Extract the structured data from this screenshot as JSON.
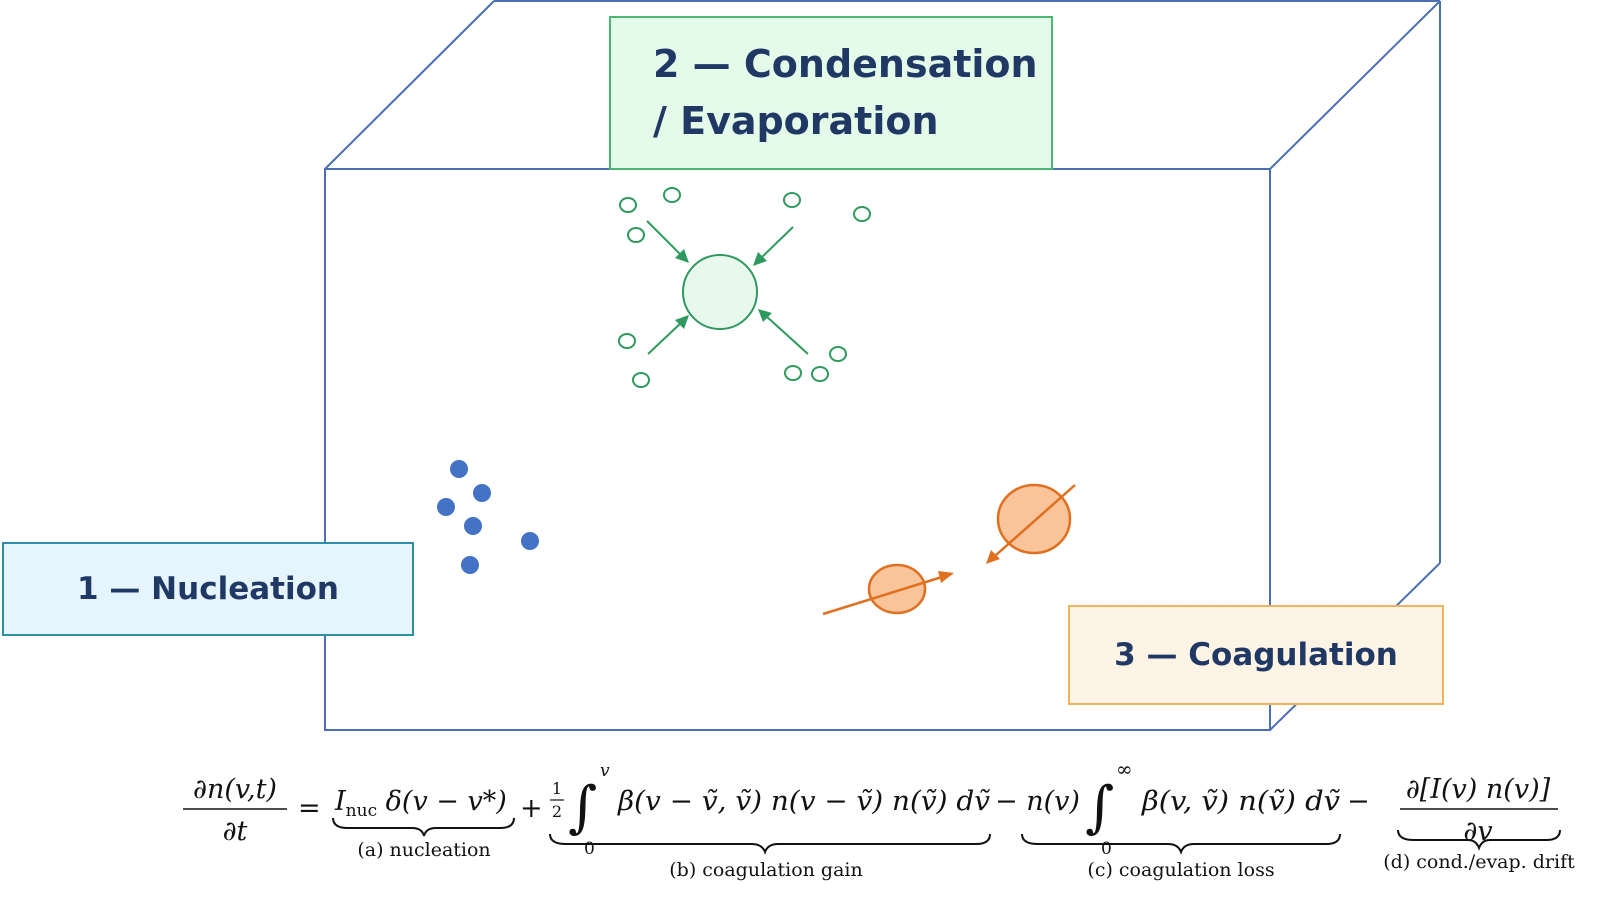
{
  "labels": {
    "nucleation": "1 — Nucleation",
    "condensation": "2 — Condensation\n/ Evaporation",
    "coagulation": "3 — Coagulation"
  },
  "equation": {
    "lhs_numerator": "∂n(v,t)",
    "lhs_denominator": "∂t",
    "equals": "=",
    "term_a": "I",
    "term_a_sub": "nuc",
    "term_a_rest": " δ(v − v*)",
    "plus": "+",
    "half_num": "1",
    "half_den": "2",
    "int_b_upper": "v",
    "int_b_lower": "0",
    "term_b": "β(v − ṽ, ṽ) n(v − ṽ) n(ṽ) dṽ",
    "minus_c": "− n(v)",
    "int_c_upper": "∞",
    "int_c_lower": "0",
    "term_c": "β(v, ṽ) n(ṽ) dṽ",
    "minus_d": "−",
    "term_d_numerator": "∂[I(v) n(v)]",
    "term_d_denominator": "∂v",
    "cap_a": "(a) nucleation",
    "cap_b": "(b) coagulation gain",
    "cap_c": "(c) coagulation loss",
    "cap_d": "(d) cond./evap. drift"
  },
  "colors": {
    "box_edge": "#4a6fb5",
    "nucleation_particle": "#4472c4",
    "condensation": "#2e9a5e",
    "condensation_fill": "#e8f8ec",
    "coagulation": "#e07020",
    "coagulation_fill": "#f9c49a"
  }
}
